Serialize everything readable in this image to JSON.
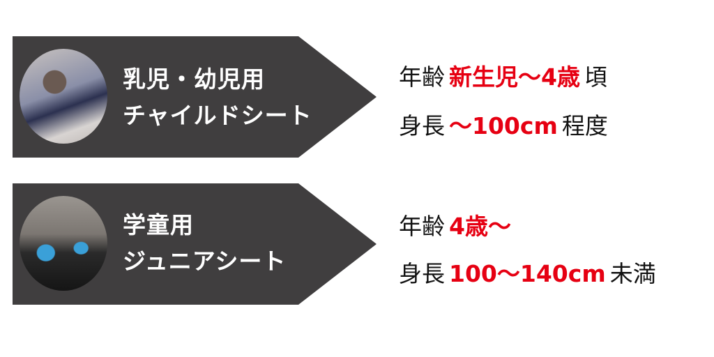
{
  "colors": {
    "banner": "#403e3f",
    "highlight": "#e60012"
  },
  "seats": [
    {
      "title_line1": "乳児・幼児用",
      "title_line2": "チャイルドシート",
      "photo": "child-in-car-seat-photo",
      "age": {
        "label": "年齢",
        "value": "新生児〜4歳",
        "suffix": "頃"
      },
      "height": {
        "label": "身長",
        "value": "〜100cm",
        "suffix": "程度"
      }
    },
    {
      "title_line1": "学童用",
      "title_line2": "ジュニアシート",
      "photo": "booster-seat-photo",
      "age": {
        "label": "年齢",
        "value": "4歳〜",
        "suffix": ""
      },
      "height": {
        "label": "身長",
        "value": "100〜140cm",
        "suffix": "未満"
      }
    }
  ]
}
